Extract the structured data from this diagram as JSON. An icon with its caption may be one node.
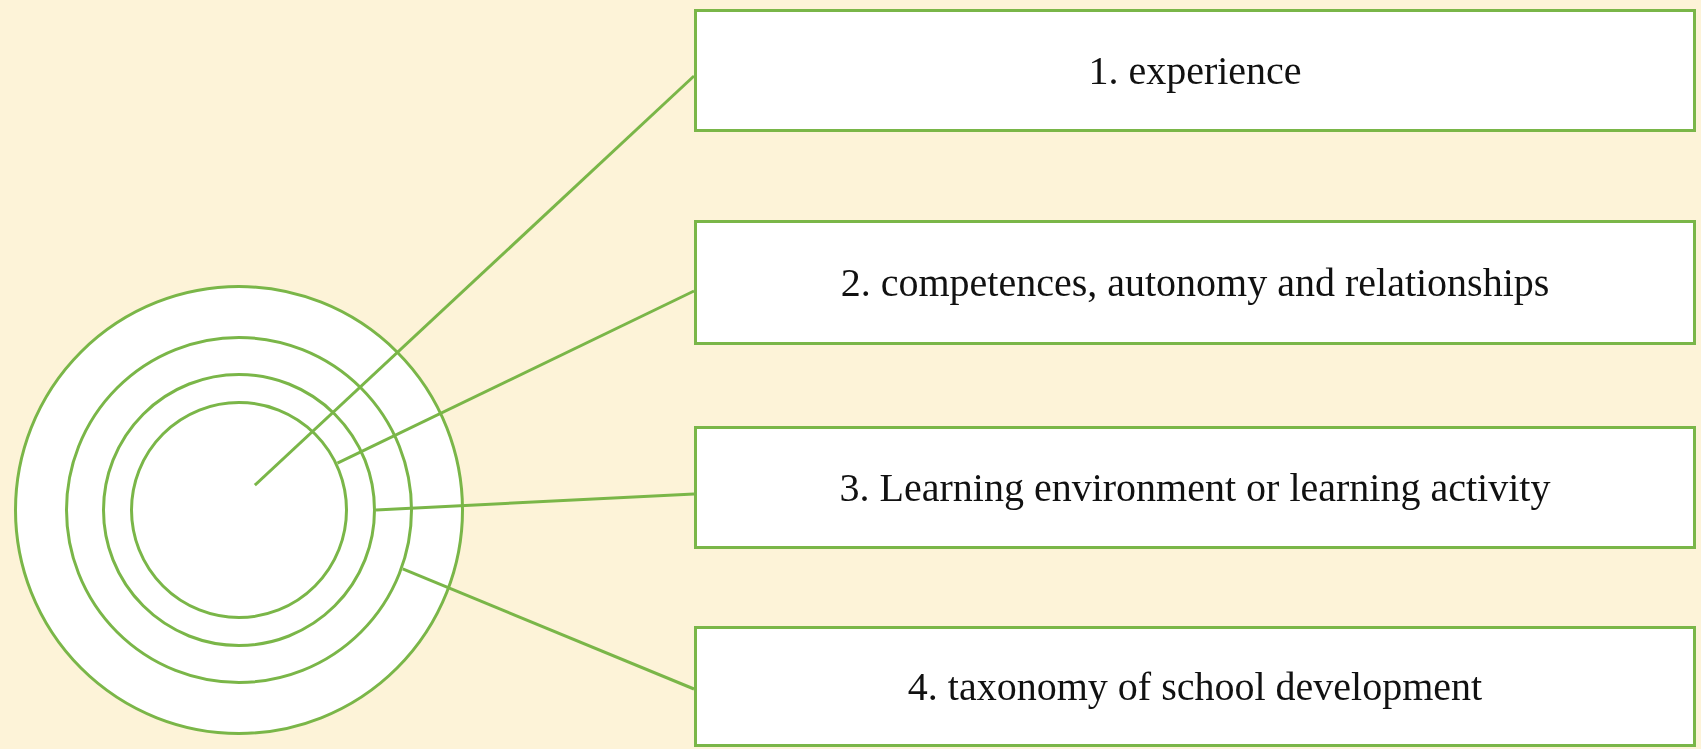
{
  "diagram": {
    "nodes": [
      {
        "text": [],
        "shape": "circle"
      },
      {
        "text": [],
        "shape": "circle",
        "in": 0
      },
      {
        "text": [],
        "shape": "circle",
        "in": 1
      },
      {
        "text": [],
        "shape": "circle",
        "in": 2
      },
      {
        "text": [
          "1. experience"
        ]
      },
      {
        "text": [
          "2. competences, autonomy and relationships"
        ]
      },
      {
        "text": [
          "3. Learning environment or learning activity"
        ]
      },
      {
        "text": [
          "4. taxonomy of school development"
        ]
      }
    ],
    "edges": [
      {
        "from": 4,
        "to": 3,
        "arrow": "none"
      },
      {
        "from": 5,
        "to": 3,
        "arrow": "none"
      },
      {
        "from": 6,
        "to": 2,
        "arrow": "none"
      },
      {
        "from": 7,
        "to": 1,
        "arrow": "none"
      }
    ]
  }
}
